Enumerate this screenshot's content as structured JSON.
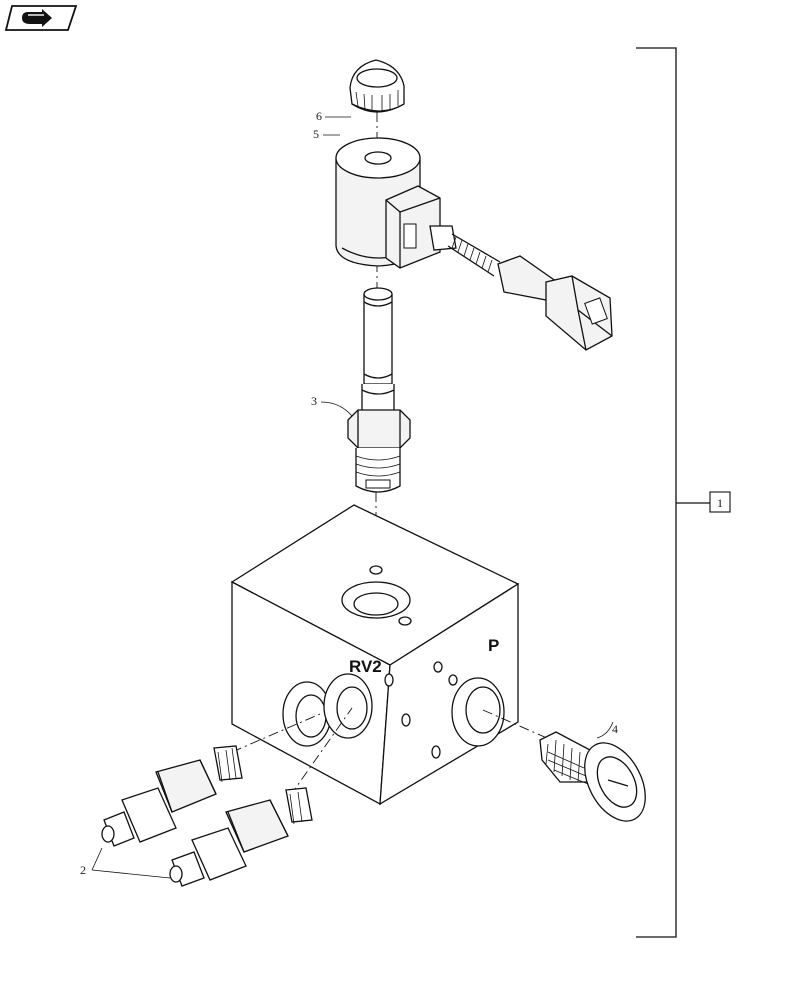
{
  "diagram": {
    "block_labels": {
      "rv2": "RV2",
      "p": "P"
    },
    "callouts": [
      "6",
      "5",
      "3",
      "4",
      "2"
    ],
    "assembly_ref": "1"
  },
  "nav": {
    "icon": "arrow-right-icon"
  }
}
